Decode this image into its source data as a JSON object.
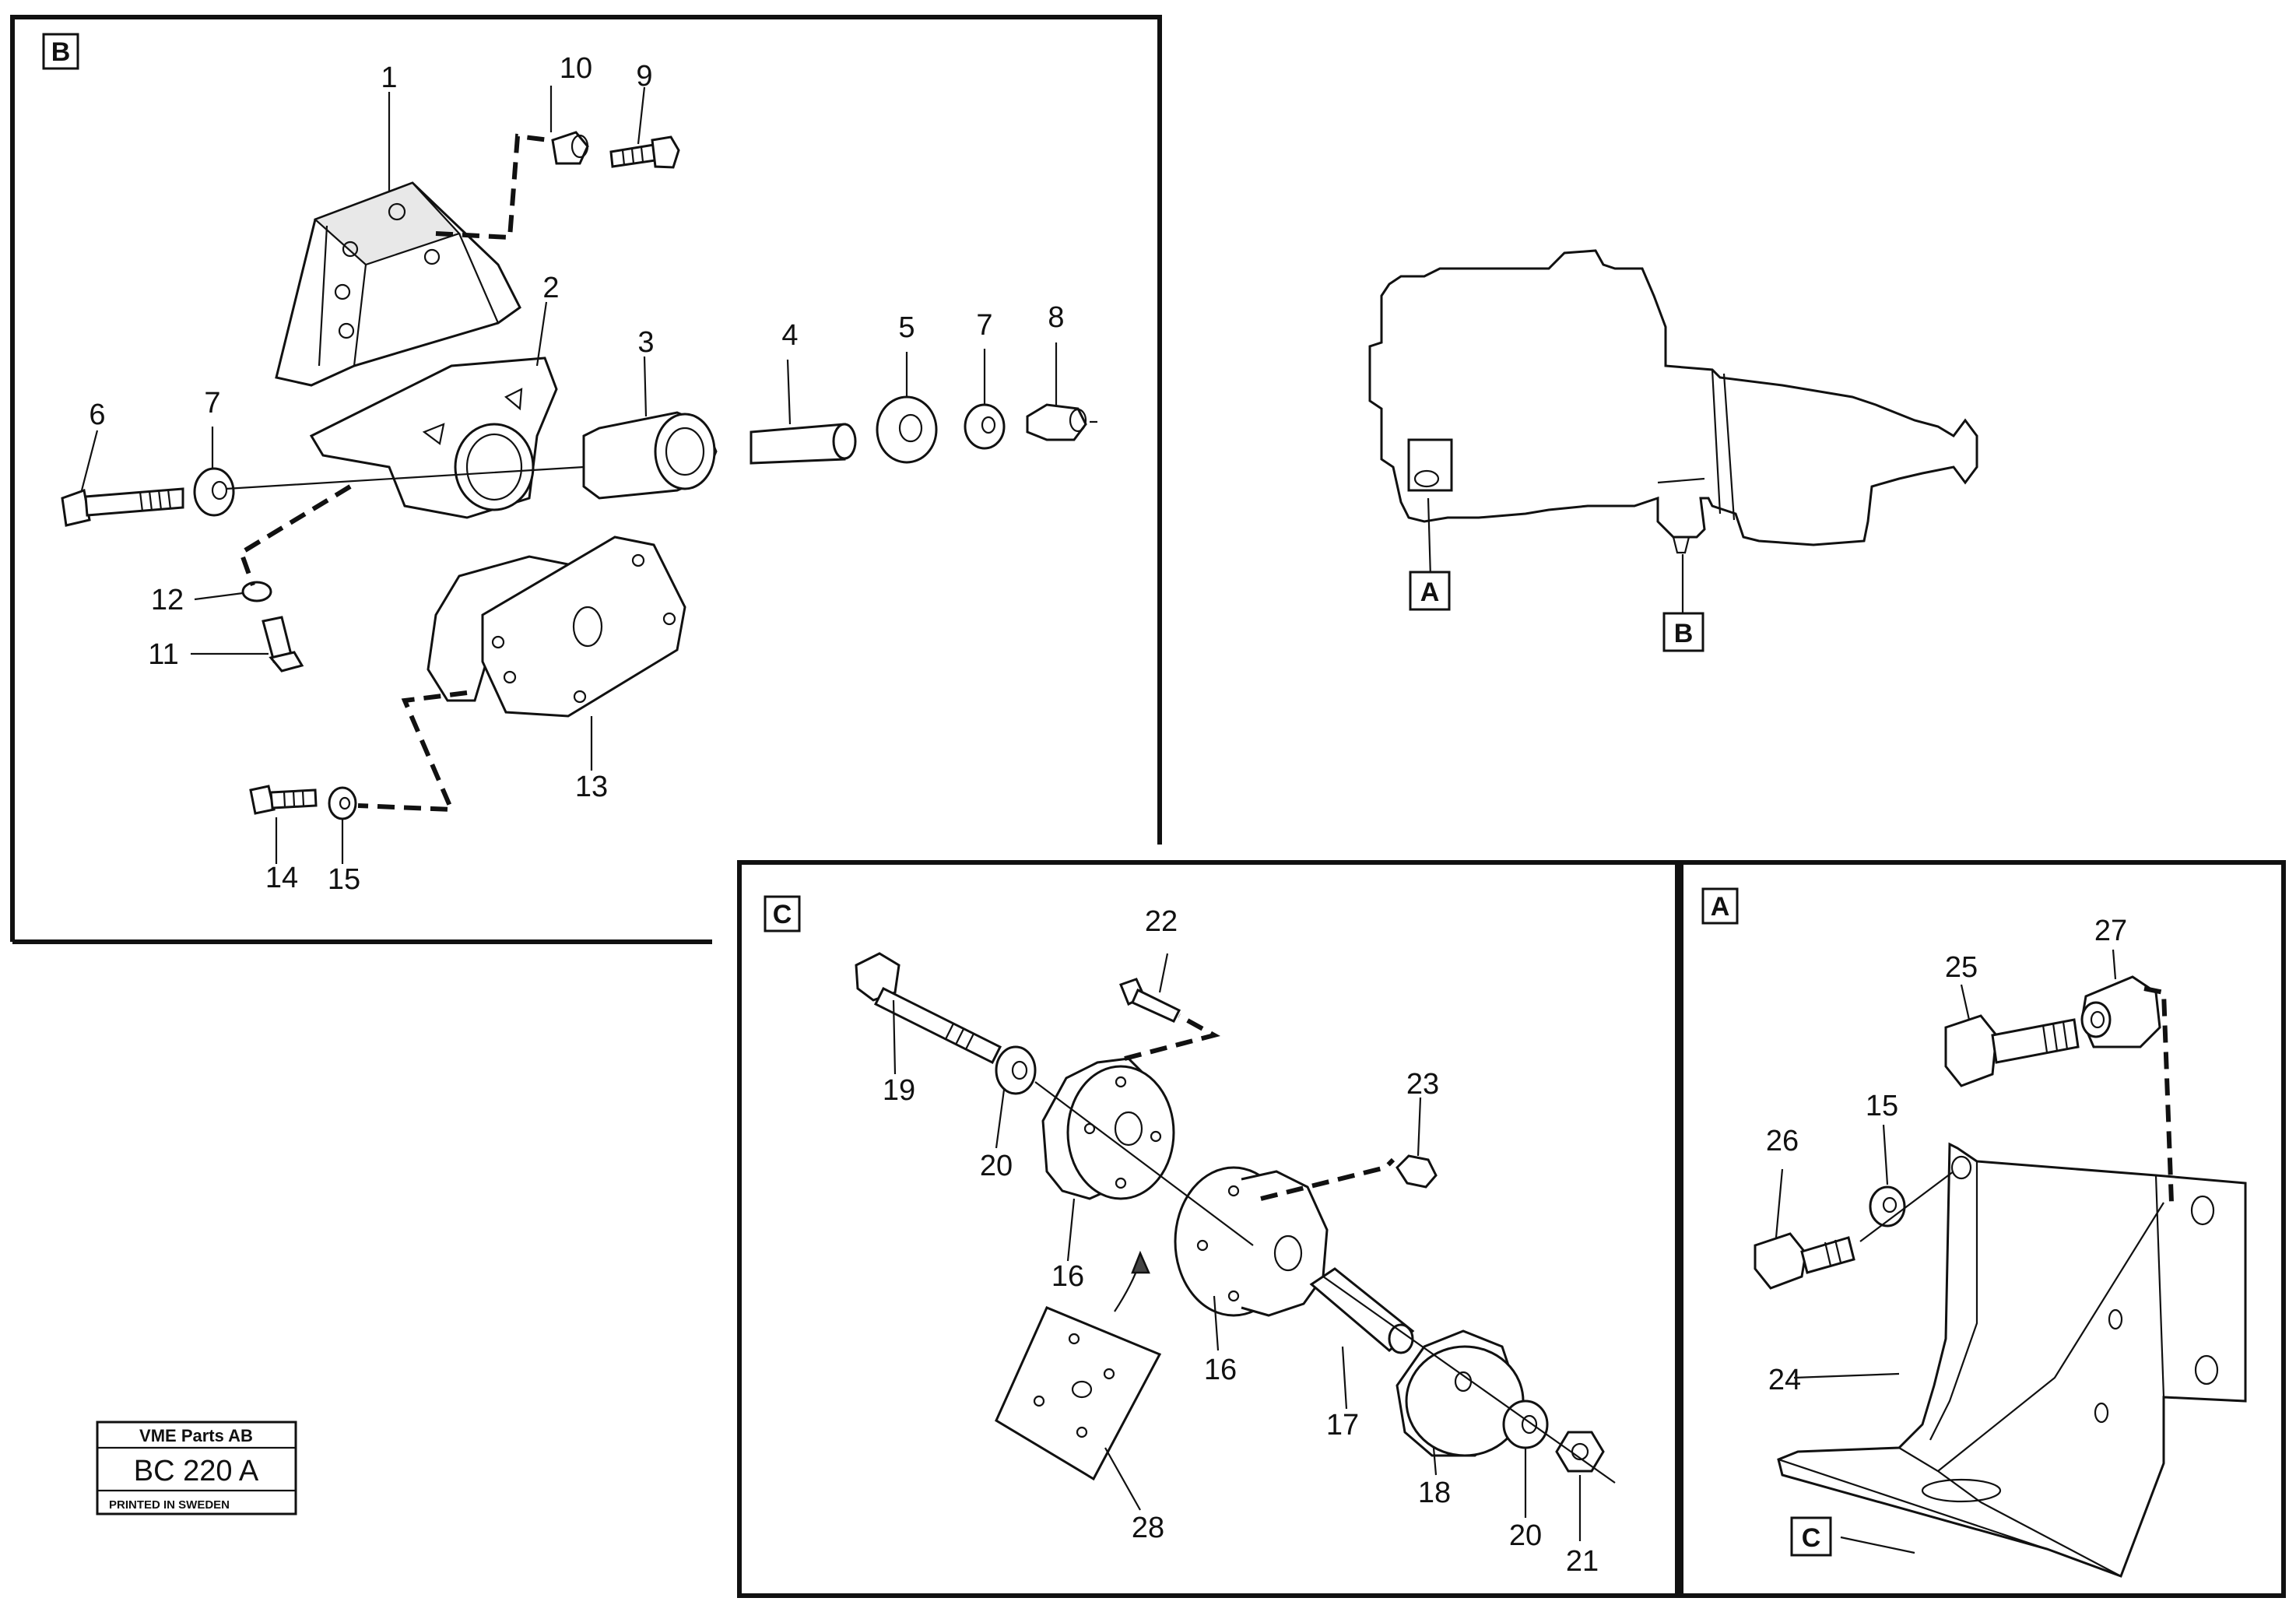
{
  "panels": {
    "b": {
      "label": "B"
    },
    "c": {
      "label": "C"
    },
    "a": {
      "label": "A"
    }
  },
  "overview": {
    "callout_a": "A",
    "callout_b": "B"
  },
  "callouts": {
    "p1": "1",
    "p2": "2",
    "p3": "3",
    "p4": "4",
    "p5": "5",
    "p6": "6",
    "p7a": "7",
    "p7b": "7",
    "p8": "8",
    "p9": "9",
    "p10": "10",
    "p11": "11",
    "p12": "12",
    "p13": "13",
    "p14": "14",
    "p15a": "15",
    "p15b": "15",
    "p16a": "16",
    "p16b": "16",
    "p17": "17",
    "p18": "18",
    "p19": "19",
    "p20a": "20",
    "p20b": "20",
    "p21": "21",
    "p22": "22",
    "p23": "23",
    "p24": "24",
    "p25": "25",
    "p26": "26",
    "p27": "27",
    "p28": "28",
    "ref_c": "C"
  },
  "title_block": {
    "company": "VME Parts AB",
    "code": "BC 220 A",
    "printed": "PRINTED IN SWEDEN"
  }
}
